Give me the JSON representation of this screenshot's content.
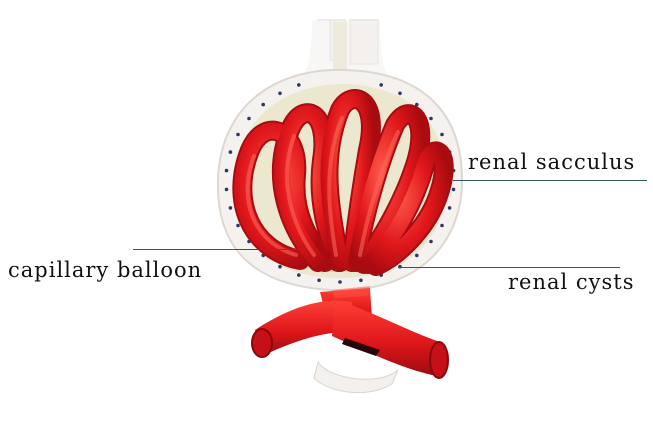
{
  "labels": {
    "renal_sacculus": "renal sacculus",
    "capillary_balloon": "capillary balloon",
    "renal_cysts": "renal cysts"
  },
  "colors": {
    "capsule_outer": "#f4f1ee",
    "capsule_inner": "#ebe8cf",
    "capillary_red": "#e0171b",
    "capillary_dark": "#a80b10",
    "dot": "#2a3a62",
    "leader_line": "#2f5a55",
    "text": "#111111"
  }
}
